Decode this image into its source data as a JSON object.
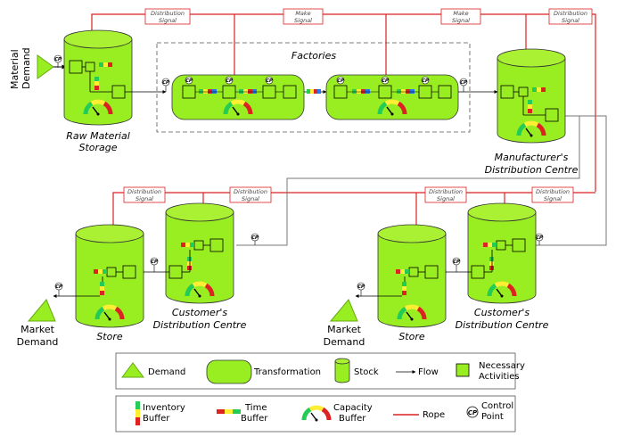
{
  "colors": {
    "green": "#99ee22",
    "green_dark": "#66aa11",
    "rope": "#dd2222",
    "buffer_green": "#22cc55",
    "buffer_yellow": "#ffee33",
    "buffer_red": "#dd2222",
    "buffer_blue": "#2277ee"
  },
  "labels": {
    "material_demand_1": "Material",
    "material_demand_2": "Demand",
    "raw_material_1": "Raw Material",
    "raw_material_2": "Storage",
    "factories": "Factories",
    "mdc_1": "Manufacturer's",
    "mdc_2": "Distribution Centre",
    "cdc_left_1": "Customer's",
    "cdc_left_2": "Distribution Centre",
    "cdc_right_1": "Customer's",
    "cdc_right_2": "Distribution Centre",
    "store_left": "Store",
    "store_right": "Store",
    "market_left_1": "Market",
    "market_left_2": "Demand",
    "market_right_1": "Market",
    "market_right_2": "Demand",
    "cp": "CP"
  },
  "signals": {
    "s1_1": "Distribution",
    "s1_2": "Signal",
    "s2_1": "Make",
    "s2_2": "Signal",
    "s3_1": "Make",
    "s3_2": "Signal",
    "s4_1": "Distribution",
    "s4_2": "Signal",
    "s5_1": "Distribution",
    "s5_2": "Signal",
    "s6_1": "Distribution",
    "s6_2": "Signal",
    "s7_1": "Distribution",
    "s7_2": "Signal",
    "s8_1": "Distribution",
    "s8_2": "Signal"
  },
  "legend": {
    "demand": "Demand",
    "transformation": "Transformation",
    "stock": "Stock",
    "flow": "Flow",
    "activities_1": "Necessary",
    "activities_2": "Activities",
    "inventory_1": "Inventory",
    "inventory_2": "Buffer",
    "time_1": "Time",
    "time_2": "Buffer",
    "capacity_1": "Capacity",
    "capacity_2": "Buffer",
    "rope": "Rope",
    "cp_1": "Control",
    "cp_2": "Point"
  }
}
